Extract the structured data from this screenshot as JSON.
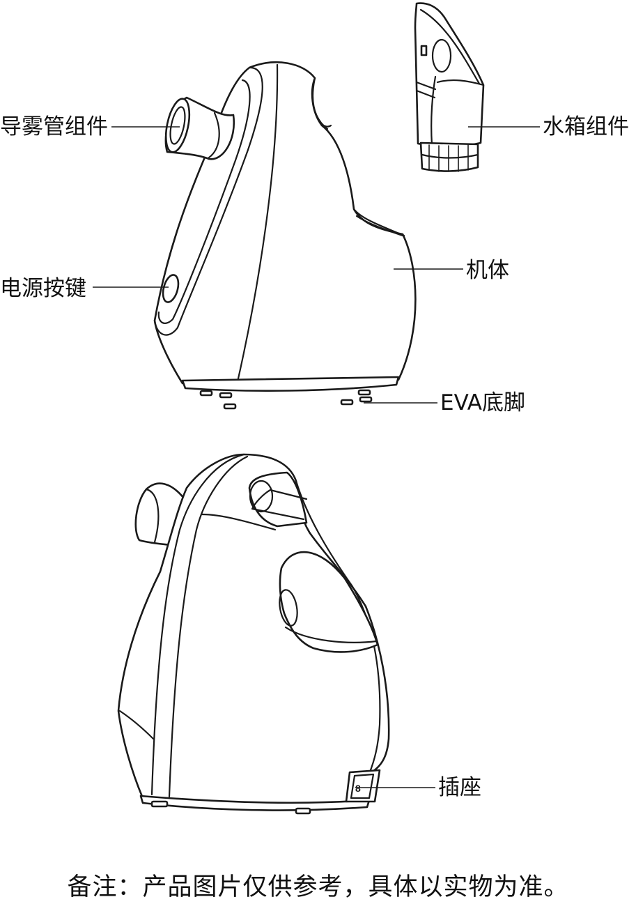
{
  "labels": {
    "nozzle": "导雾管组件",
    "water_tank": "水箱组件",
    "body": "机体",
    "power_button": "电源按键",
    "eva_feet": "EVA底脚",
    "socket": "插座"
  },
  "note": "备注：产品图片仅供参考，具体以实物为准。"
}
